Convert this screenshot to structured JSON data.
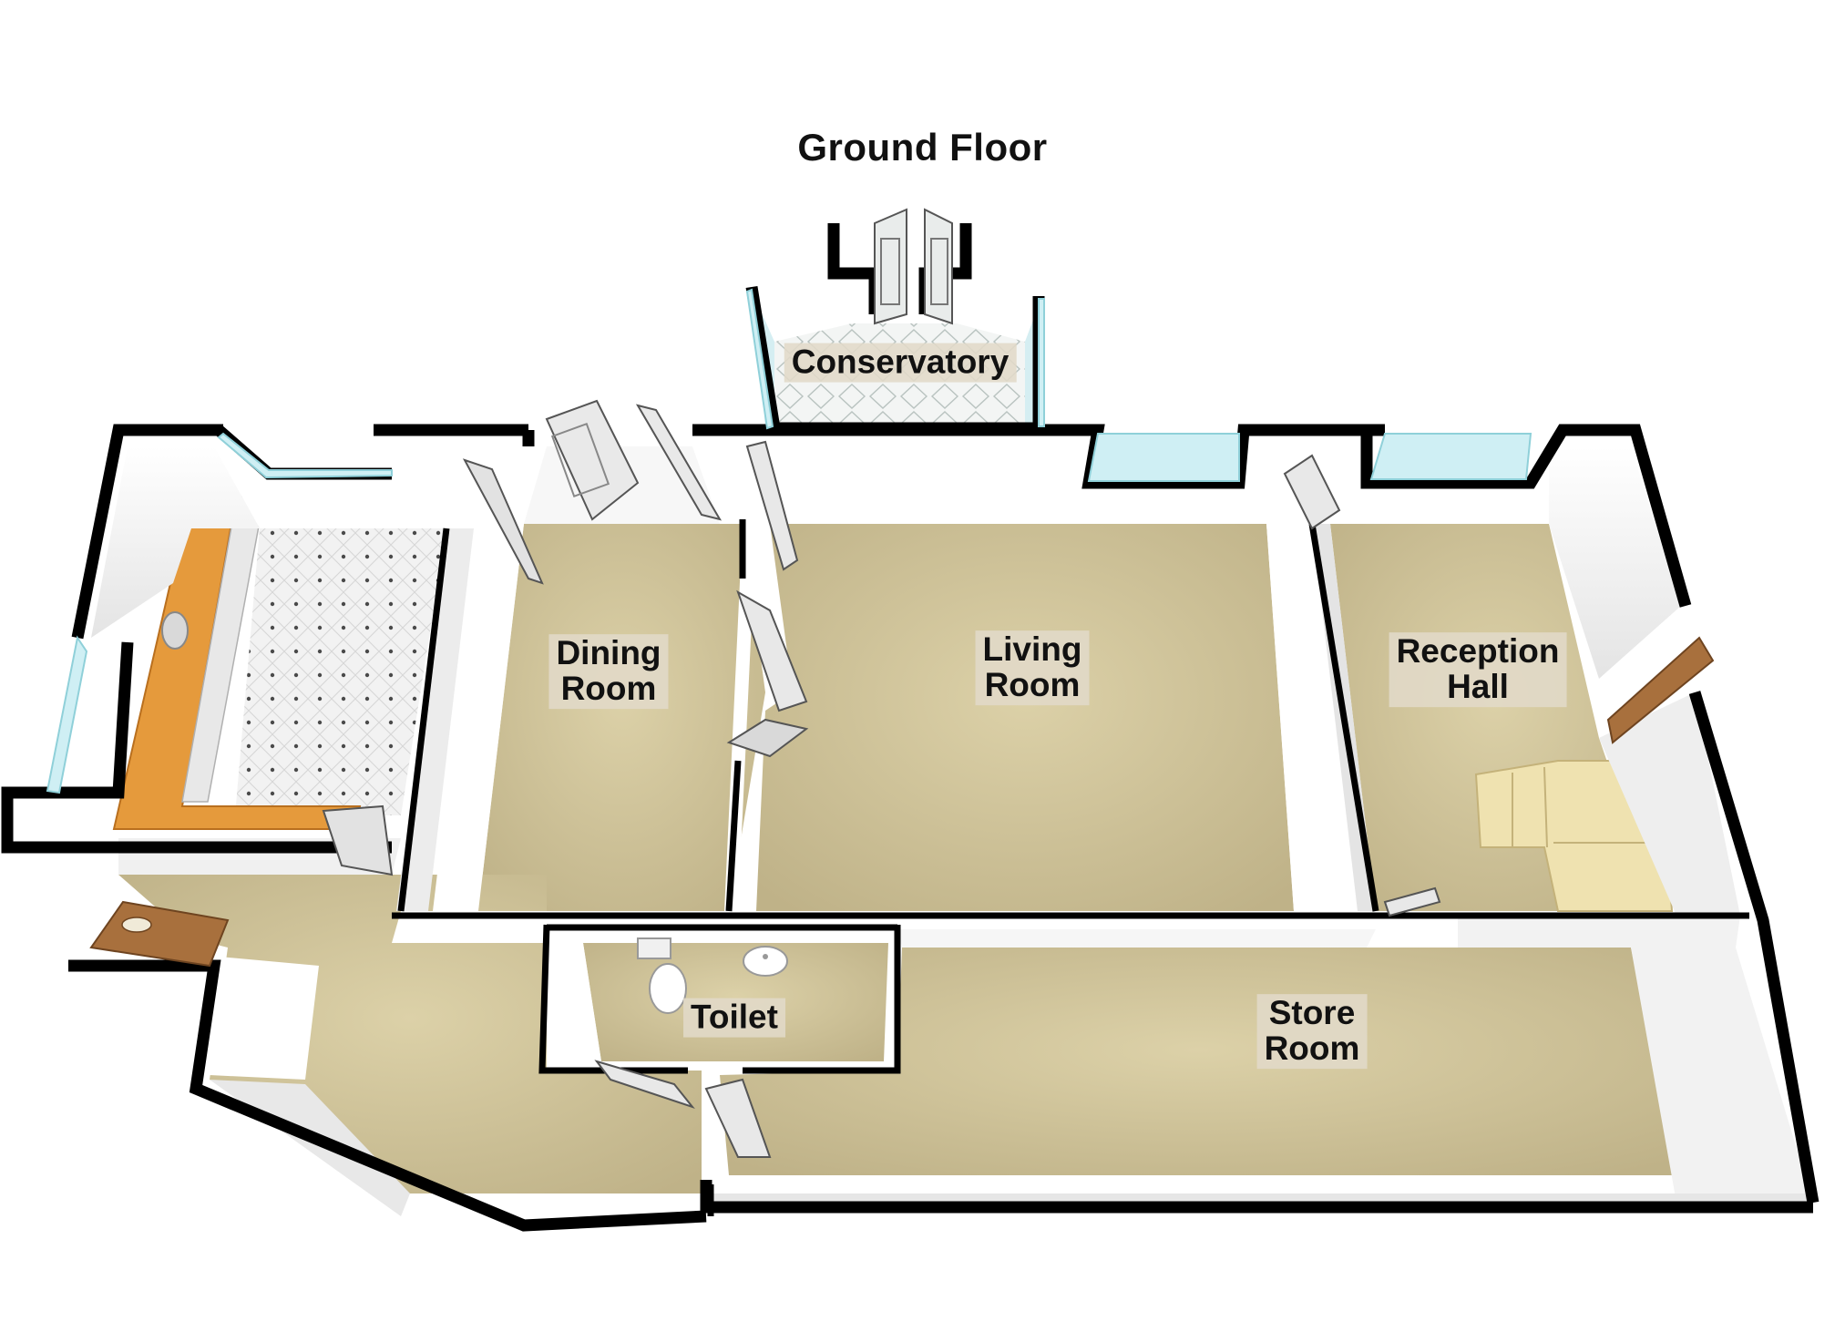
{
  "plan": {
    "title": "Ground Floor",
    "rooms": {
      "conservatory": {
        "lines": [
          "Conservatory"
        ]
      },
      "dining_room": {
        "lines": [
          "Dining",
          "Room"
        ]
      },
      "living_room": {
        "lines": [
          "Living",
          "Room"
        ]
      },
      "reception_hall": {
        "lines": [
          "Reception",
          "Hall"
        ]
      },
      "toilet": {
        "lines": [
          "Toilet"
        ]
      },
      "store_room": {
        "lines": [
          "Store",
          "Room"
        ]
      }
    }
  },
  "colors": {
    "wall": "#000000",
    "wall_face": "#ffffff",
    "wall_shade": "#e2e2e2",
    "carpet": "#c8bb90",
    "carpet_light": "#d8cda4",
    "tile": "#f0f0f0",
    "worktop": "#e59a3c",
    "door": "#a8703d",
    "glass": "#cfeff4",
    "label_bg": "#e1dac8"
  }
}
